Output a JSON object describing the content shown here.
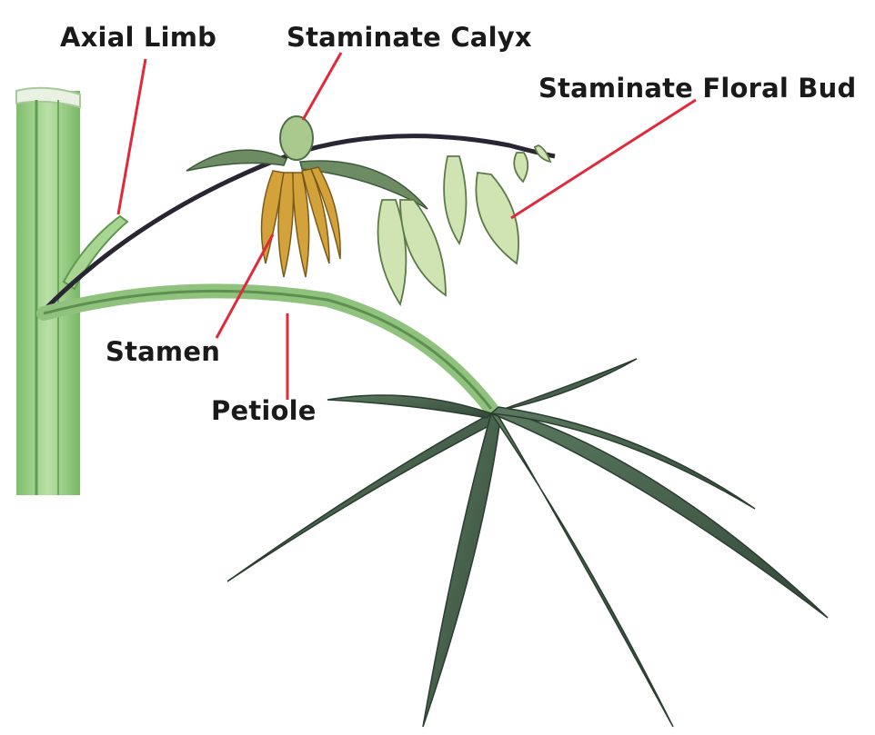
{
  "labels": {
    "axial_limb": "Axial Limb",
    "staminate_calyx": "Staminate Calyx",
    "staminate_floral_bud": "Staminate Floral Bud",
    "stamen": "Stamen",
    "petiole": "Petiole"
  },
  "colors": {
    "leader_line": "#e0293a",
    "stem_green": "#9fd08e",
    "leaf_dark": "#3f5a45",
    "stamen_gold": "#d4a23a",
    "bud_pale": "#cfe3b3"
  }
}
